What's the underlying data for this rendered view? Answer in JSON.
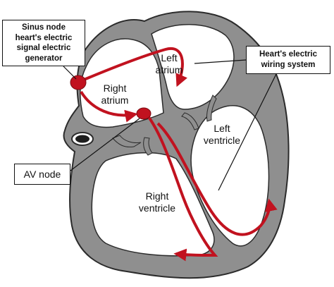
{
  "labels": {
    "sinus_node": [
      "Sinus node",
      "heart's electric",
      "signal electric",
      "generator"
    ],
    "wiring_system": [
      "Heart's electric",
      "wiring system"
    ],
    "av_node": "AV node",
    "right_atrium": [
      "Right",
      "atrium"
    ],
    "left_atrium": [
      "Left",
      "atrium"
    ],
    "left_ventricle": [
      "Left",
      "ventricle"
    ],
    "right_ventricle": [
      "Right",
      "ventricle"
    ]
  },
  "colors": {
    "wall_gray": "#8f8f8f",
    "chamber_fill": "#ffffff",
    "signal_red": "#c1121f",
    "outline": "#2b2b2b"
  }
}
